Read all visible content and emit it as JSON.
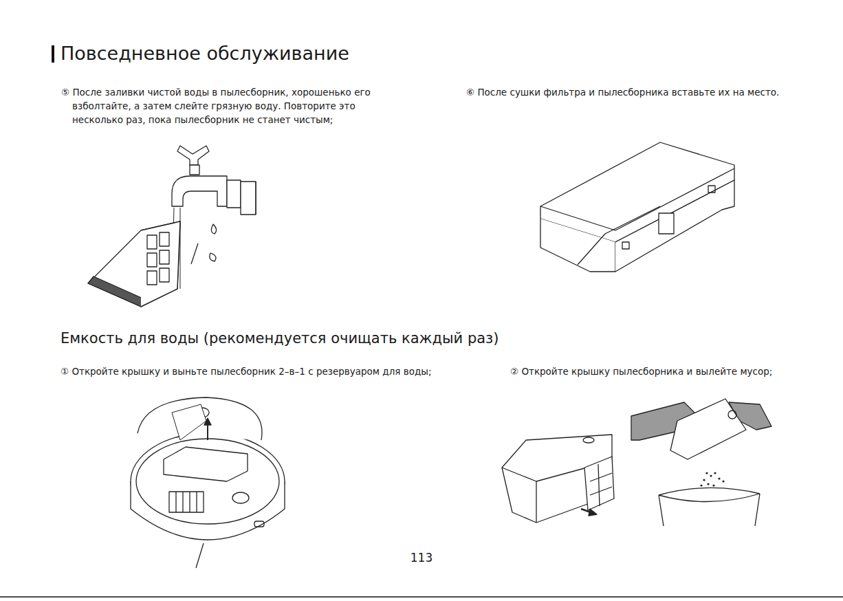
{
  "diagram": {
    "title": "Повседневное обслуживание",
    "labels": [
      "⑤ После заливки чистой воды в пылесборник, хорошенько его взболтайте, а затем слейте грязную воду. Повторите это несколько раз, пока пылесборник не станет чистым;",
      "⑥ После сушки фильтра и пылесборника вставьте их на место.",
      "Емкость для воды (рекомендуется очищать каждый раз)",
      "① Откройте крышку и выньте пылесборник 2–в–1 с резервуаром для воды;",
      "② Откройте крышку пылесборника и вылейте мусор;",
      "113"
    ]
  }
}
